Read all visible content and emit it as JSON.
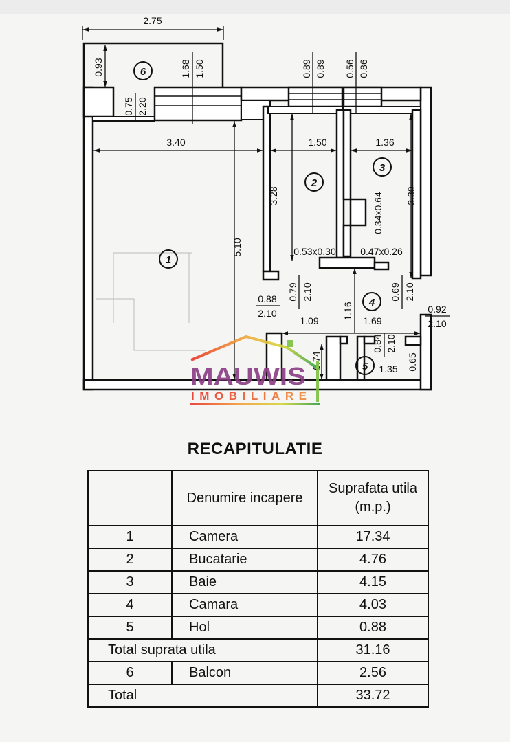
{
  "plan": {
    "rooms": [
      "1",
      "2",
      "3",
      "4",
      "5",
      "6"
    ],
    "dims": {
      "balcony_width": "2.75",
      "balcony_depth": "0.93",
      "win1_a": "1.68",
      "win1_b": "1.50",
      "door_bal_a": "0.75",
      "door_bal_b": "2.20",
      "win2_a": "0.89",
      "win2_b": "0.89",
      "win3_a": "0.56",
      "win3_b": "0.86",
      "room1_width": "3.40",
      "room2_width": "1.50",
      "room3_width": "1.36",
      "room1_length": "5.10",
      "room2_length": "3.28",
      "room3_length": "3.30",
      "niche3": "0.34x0.64",
      "niche2": "0.53x0.30",
      "niche3b": "0.47x0.26",
      "door2_a": "0.79",
      "door2_b": "2.10",
      "door3_a": "0.69",
      "door3_b": "2.10",
      "door1_a": "0.88",
      "door1_b": "2.10",
      "door_ent_a": "0.92",
      "door_ent_b": "2.10",
      "hall_depth": "1.16",
      "hall_w1": "1.09",
      "hall_w2": "1.69",
      "closet": "0.74",
      "door5_a": "0.84",
      "door5_b": "2.10",
      "room5_width": "1.35",
      "room5_depth": "0.65"
    }
  },
  "watermark": {
    "brand": "MAUWIS",
    "sub": "IMOBILIARE"
  },
  "colors": {
    "brand_purple": "#8a3d86",
    "sub_orange": "#e8552a",
    "roof_green": "#7cc242"
  },
  "recap": {
    "title": "RECAPITULATIE",
    "headers": {
      "name": "Denumire incapere",
      "area": "Suprafata utila (m.p.)"
    },
    "rows": [
      {
        "nr": "1",
        "name": "Camera",
        "area": "17.34"
      },
      {
        "nr": "2",
        "name": "Bucatarie",
        "area": "4.76"
      },
      {
        "nr": "3",
        "name": "Baie",
        "area": "4.15"
      },
      {
        "nr": "4",
        "name": "Camara",
        "area": "4.03"
      },
      {
        "nr": "5",
        "name": "Hol",
        "area": "0.88"
      }
    ],
    "subtotal": {
      "label": "Total suprata utila",
      "area": "31.16"
    },
    "balcony": {
      "nr": "6",
      "name": "Balcon",
      "area": "2.56"
    },
    "total": {
      "label": "Total",
      "area": "33.72"
    }
  }
}
